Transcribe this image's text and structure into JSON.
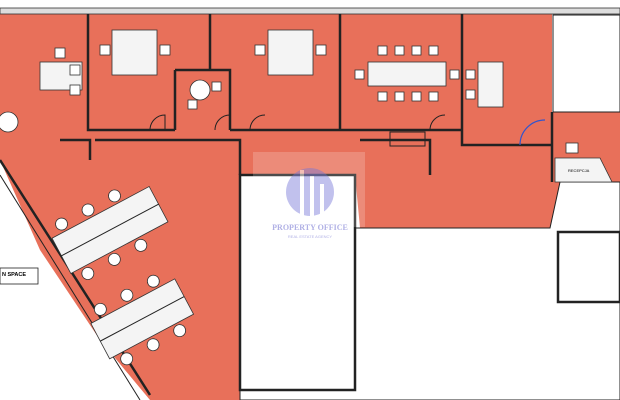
{
  "colors": {
    "office_area": "#e8705a",
    "background": "#ffffff",
    "walls": "#222222",
    "watermark": "#8f8fe0"
  },
  "labels": {
    "open_space": "N SPACE",
    "reception_desk": "RECEPCJA"
  },
  "watermark": {
    "name": "PROPERTY OFFICE",
    "tagline": "REAL ESTATE AGENCY"
  }
}
